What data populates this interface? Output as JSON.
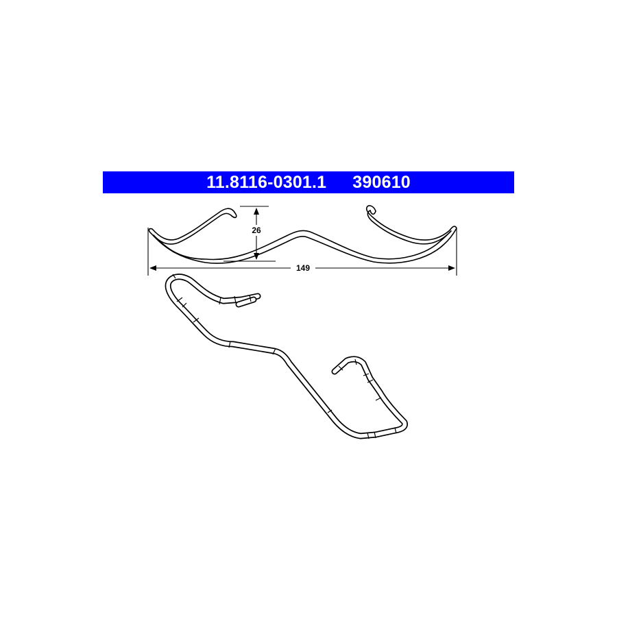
{
  "header": {
    "part_number": "11.8116-0301.1",
    "reference_number": "390610",
    "background_color": "#0000ff",
    "text_color": "#ffffff"
  },
  "dimensions": {
    "height": "26",
    "width": "149"
  }
}
